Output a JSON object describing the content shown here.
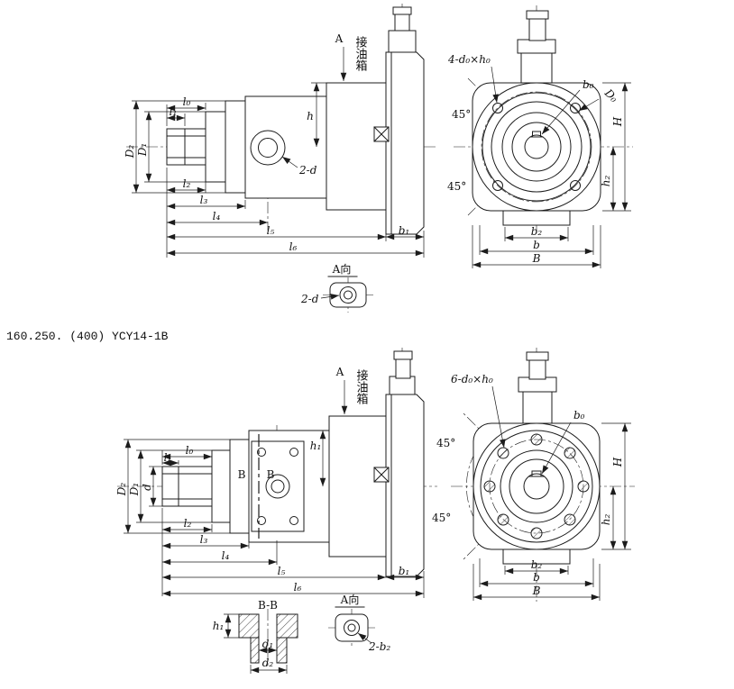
{
  "colors": {
    "ink": "#1c1c1c",
    "paper": "#ffffff"
  },
  "model_label": "160.250. (400) YCY14-1B",
  "top": {
    "side": {
      "view_arrow": "A",
      "oil_port": "接油箱",
      "dim_h": "h",
      "flange_holes": "2-d",
      "dim_D2": "D₂",
      "dim_D1": "D₁",
      "dim_l0": "l₀",
      "dim_l1": "l₁",
      "dim_l2": "l₂",
      "dim_l3": "l₃",
      "dim_l4": "l₄",
      "dim_l5": "l₅",
      "dim_l6": "l₆",
      "dim_b1": "b₁"
    },
    "detail": {
      "title": "A向",
      "holes": "2-d"
    },
    "front": {
      "bolt_holes": "4-d₀×h₀",
      "angle_upper": "45°",
      "angle_lower": "45°",
      "dim_b0": "b₀",
      "dim_D0": "D₀",
      "dim_H": "H",
      "dim_h2": "h₂",
      "dim_b2": "b₂",
      "dim_b": "b",
      "dim_B": "B"
    }
  },
  "bottom": {
    "side": {
      "view_arrow": "A",
      "oil_port": "接油箱",
      "dim_h1": "h₁",
      "section_left": "B",
      "section_right": "B",
      "dim_D2": "D₂",
      "dim_D1": "D₁",
      "dim_d": "d",
      "dim_l0": "l₀",
      "dim_l1": "l₁",
      "dim_l2": "l₂",
      "dim_l3": "l₃",
      "dim_l4": "l₄",
      "dim_l5": "l₅",
      "dim_l6": "l₆",
      "dim_b1": "b₁"
    },
    "section_detail": {
      "title": "B-B",
      "dim_h1": "h₁",
      "dim_d1": "d₁",
      "dim_d2": "d₂"
    },
    "detail": {
      "title": "A向",
      "holes": "2-b₂"
    },
    "front": {
      "bolt_holes": "6-d₀×h₀",
      "angle_upper": "45°",
      "angle_lower": "45°",
      "dim_b0": "b₀",
      "dim_H": "H",
      "dim_h2": "h₂",
      "dim_b2": "b₂",
      "dim_b": "b",
      "dim_B": "B"
    }
  }
}
